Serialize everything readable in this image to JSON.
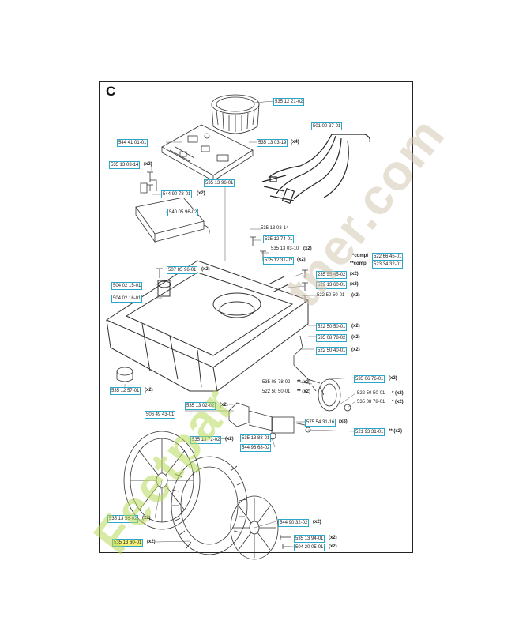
{
  "section_letter": "C",
  "watermark": {
    "text": "Feetpartner.com",
    "colors": {
      "green": "#b9db5c",
      "tan": "#d4c9b4"
    }
  },
  "accent_color": "#2aa7c9",
  "parts": [
    {
      "ref": "535 12 21-02",
      "qty": ""
    },
    {
      "ref": "501 00 37-01",
      "qty": ""
    },
    {
      "ref": "544 41 01-01",
      "qty": ""
    },
    {
      "ref": "535 13 03-19",
      "qty": "(x4)"
    },
    {
      "ref": "535 13 03-14",
      "qty": "(x2)"
    },
    {
      "ref": "535 13 96-01",
      "qty": ""
    },
    {
      "ref": "544 90 78-01",
      "qty": "(x2)"
    },
    {
      "ref": "540 05 96-02",
      "qty": ""
    },
    {
      "ref": "535 13 03-14",
      "qty": ""
    },
    {
      "ref": "535 12 74-01",
      "qty": ""
    },
    {
      "ref": "535 13 03-10",
      "qty": "(x2)"
    },
    {
      "ref": "535 12 31-02",
      "qty": "(x2)"
    },
    {
      "ref": "522 66 45-01",
      "qty": "*compl"
    },
    {
      "ref": "523 34 32-01",
      "qty": "**compl"
    },
    {
      "ref": "507 85 96-01",
      "qty": "(x2)"
    },
    {
      "ref": "235 55 45-02",
      "qty": "(x2)"
    },
    {
      "ref": "504 02 15-01",
      "qty": ""
    },
    {
      "ref": "522 13 60-01",
      "qty": "(x2)"
    },
    {
      "ref": "504 02 16-01",
      "qty": ""
    },
    {
      "ref": "522 50 50-01",
      "qty": "(x2)"
    },
    {
      "ref": "522 50 50-01",
      "qty": "(x2)"
    },
    {
      "ref": "535 08 78-02",
      "qty": "(x2)"
    },
    {
      "ref": "522 50 40-01",
      "qty": "(x2)"
    },
    {
      "ref": "535 08 78-02",
      "qty": "** (x2)"
    },
    {
      "ref": "535 06 76-01",
      "qty": "(x2)"
    },
    {
      "ref": "535 12 57-01",
      "qty": "(x2)"
    },
    {
      "ref": "522 50 50-01",
      "qty": "** (x2)"
    },
    {
      "ref": "522 50 50-01",
      "qty": "* (x2)"
    },
    {
      "ref": "535 08 78-01",
      "qty": "* (x2)"
    },
    {
      "ref": "535 13 02-02",
      "qty": "(x2)"
    },
    {
      "ref": "506 49 43-01",
      "qty": ""
    },
    {
      "ref": "575 54 31-16",
      "qty": "(x8)"
    },
    {
      "ref": "535 13 72-02",
      "qty": "(x2)"
    },
    {
      "ref": "521 93 31-01",
      "qty": "** (x2)"
    },
    {
      "ref": "535 13 88-01",
      "qty": ""
    },
    {
      "ref": "544 98 68-02",
      "qty": ""
    },
    {
      "ref": "535 13 56-02",
      "qty": "(x2)"
    },
    {
      "ref": "544 90 32-02",
      "qty": "(x2)"
    },
    {
      "ref": "535 13 60-01",
      "qty": "(x2)"
    },
    {
      "ref": "535 13 94-01",
      "qty": "(x2)"
    },
    {
      "ref": "504 20 05-01",
      "qty": "(x2)"
    }
  ]
}
